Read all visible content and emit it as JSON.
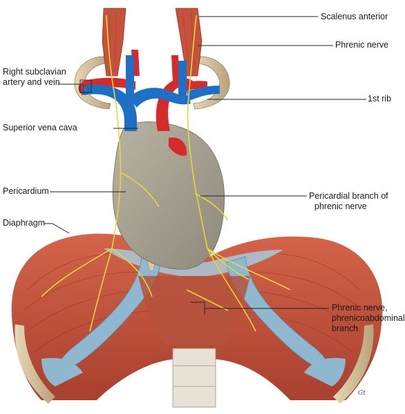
{
  "figure": {
    "labels": {
      "scalenus_anterior": "Scalenus anterior",
      "phrenic_nerve": "Phrenic nerve",
      "right_subclavian_line1": "Right subclavian",
      "right_subclavian_line2": "artery and vein",
      "first_rib": "1st rib",
      "superior_vena_cava": "Superior vena cava",
      "pericardium": "Pericardium",
      "pericardial_branch_line1": "Pericardial branch of",
      "pericardial_branch_line2": "phrenic nerve",
      "diaphragm": "Diaphragm",
      "phrenicoabdominal_line1": "Phrenic nerve,",
      "phrenicoabdominal_line2": "phrenicoabdominal",
      "phrenicoabdominal_line3": "branch"
    },
    "signature": "Gt"
  },
  "colors": {
    "muscle": "#c8553f",
    "muscle_dark": "#9e3a2a",
    "vein": "#1f6fc4",
    "artery": "#d42b2b",
    "pericardium": "#a8a294",
    "nerve": "#e8d63a",
    "tendon": "#8fb7cf",
    "bone": "#d8c8a8"
  }
}
